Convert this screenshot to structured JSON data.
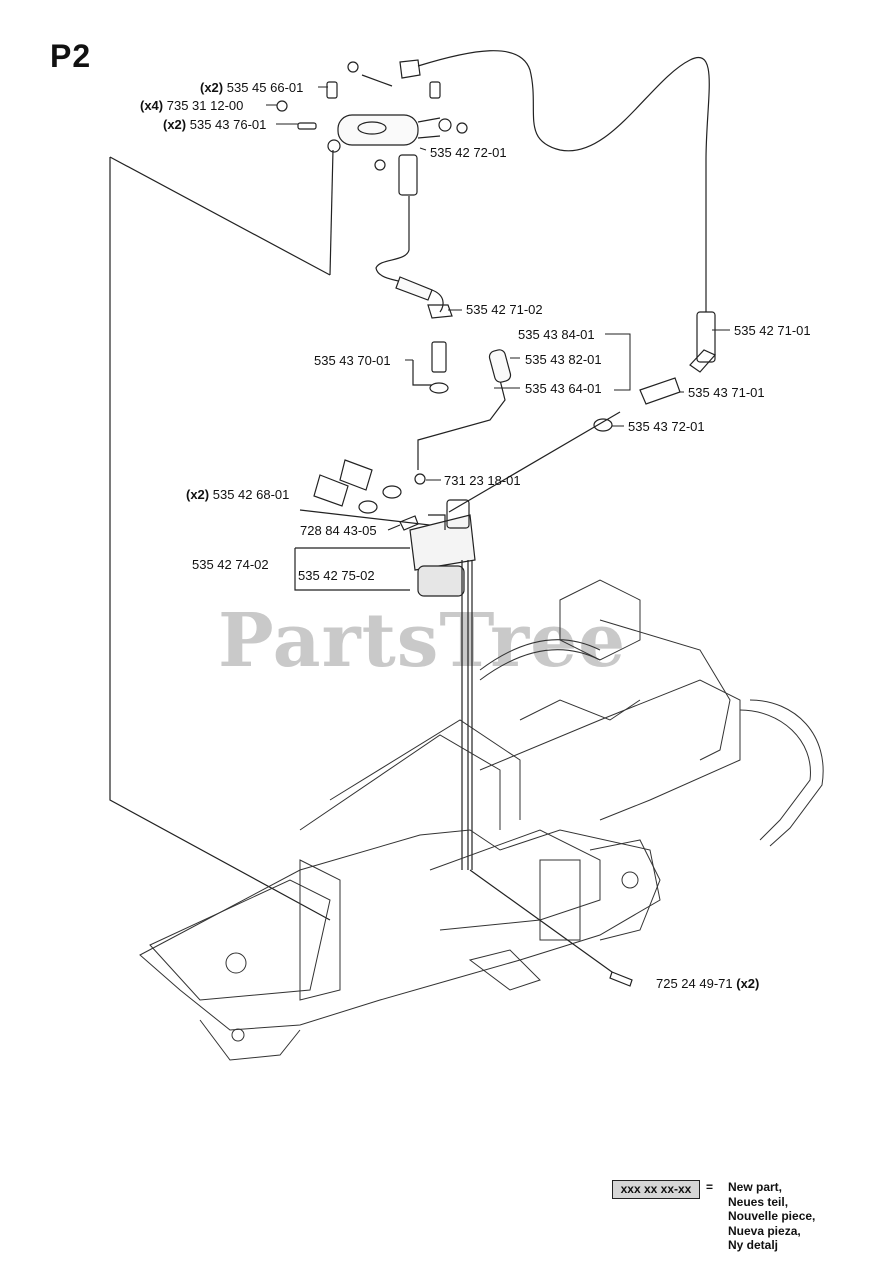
{
  "page": {
    "title": "P2",
    "watermark": "PartsTree"
  },
  "labels": [
    {
      "id": "l1",
      "qty": "(x2)",
      "part": "535 45 66-01"
    },
    {
      "id": "l2",
      "qty": "(x4)",
      "part": "735 31 12-00"
    },
    {
      "id": "l3",
      "qty": "(x2)",
      "part": "535 43 76-01"
    },
    {
      "id": "l4",
      "qty": "",
      "part": "535 42 72-01"
    },
    {
      "id": "l5",
      "qty": "",
      "part": "535 42 71-02"
    },
    {
      "id": "l6",
      "qty": "",
      "part": "535 42 71-01"
    },
    {
      "id": "l7",
      "qty": "",
      "part": "535 43 84-01"
    },
    {
      "id": "l8",
      "qty": "",
      "part": "535 43 70-01"
    },
    {
      "id": "l9",
      "qty": "",
      "part": "535 43 82-01"
    },
    {
      "id": "l10",
      "qty": "",
      "part": "535 43 64-01"
    },
    {
      "id": "l11",
      "qty": "",
      "part": "535 43 71-01"
    },
    {
      "id": "l12",
      "qty": "",
      "part": "535 43 72-01"
    },
    {
      "id": "l13",
      "qty": "",
      "part": "731 23 18-01"
    },
    {
      "id": "l14",
      "qty": "(x2)",
      "part": "535 42 68-01"
    },
    {
      "id": "l15",
      "qty": "",
      "part": "728 84 43-05"
    },
    {
      "id": "l16",
      "qty": "",
      "part": "535 42 74-02"
    },
    {
      "id": "l17",
      "qty": "",
      "part": "535 42 75-02"
    },
    {
      "id": "l18",
      "qty": "(x2)",
      "part": "725 24 49-71"
    }
  ],
  "legend": {
    "code": "xxx xx xx-xx",
    "equals": "=",
    "lines": [
      "New part,",
      "Neues teil,",
      "Nouvelle piece,",
      "Nueva pieza,",
      "Ny detalj"
    ]
  }
}
